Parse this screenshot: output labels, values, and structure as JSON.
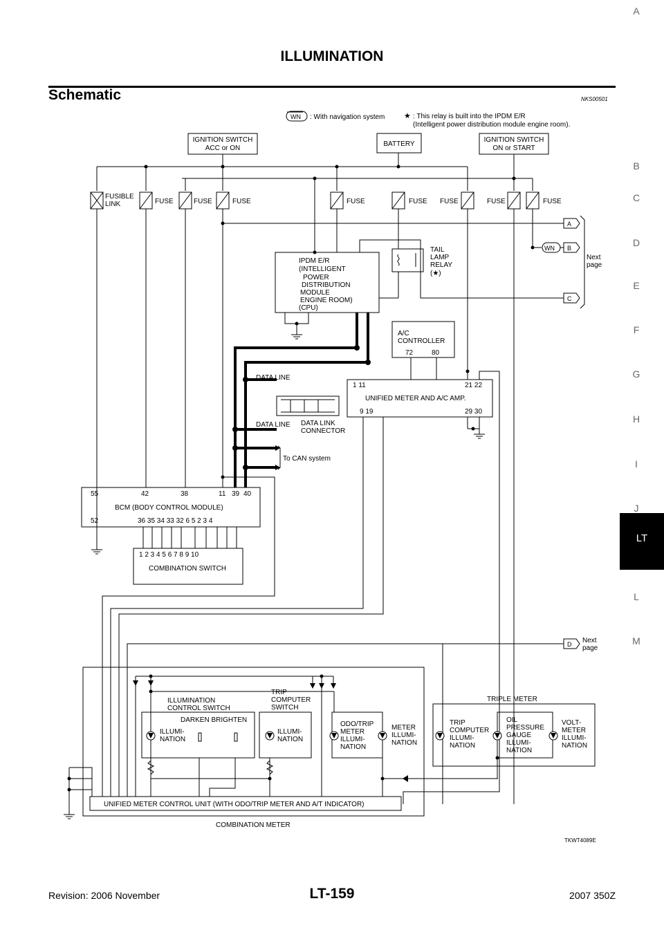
{
  "header": {
    "title": "ILLUMINATION"
  },
  "section": {
    "title": "Schematic",
    "code": "NKS00501"
  },
  "tabs": [
    {
      "label": "A",
      "active": false
    },
    {
      "label": "B",
      "active": false
    },
    {
      "label": "C",
      "active": false
    },
    {
      "label": "D",
      "active": false
    },
    {
      "label": "E",
      "active": false
    },
    {
      "label": "F",
      "active": false
    },
    {
      "label": "G",
      "active": false
    },
    {
      "label": "H",
      "active": false
    },
    {
      "label": "I",
      "active": false
    },
    {
      "label": "J",
      "active": false
    },
    {
      "label": "LT",
      "active": true
    },
    {
      "label": "L",
      "active": false
    },
    {
      "label": "M",
      "active": false
    }
  ],
  "diagram": {
    "legend_wn_tag": "WN",
    "legend_wn": ": With navigation system",
    "legend_star_1": ": This relay is built into the IPDM E/R",
    "legend_star_2": "(Intelligent power distribution module engine room).",
    "ign_acc": [
      "IGNITION SWITCH",
      "ACC or ON"
    ],
    "battery": "BATTERY",
    "ign_on": [
      "IGNITION SWITCH",
      "ON or START"
    ],
    "fusible": [
      "FUSIBLE",
      "LINK"
    ],
    "fuse": "FUSE",
    "ipdm": [
      "IPDM E/R",
      "(INTELLIGENT",
      "POWER",
      "DISTRIBUTION",
      "MODULE",
      "ENGINE ROOM)",
      "(CPU)"
    ],
    "tail": [
      "TAIL",
      "LAMP",
      "RELAY",
      "(★)"
    ],
    "conn_a": "A",
    "conn_b": "B",
    "conn_c": "C",
    "conn_d": "D",
    "wn": "WN",
    "next_page": [
      "Next",
      "page"
    ],
    "ac_ctrl": [
      "A/C",
      "CONTROLLER"
    ],
    "ac_pins": [
      "72",
      "80"
    ],
    "amp": "UNIFIED METER AND A/C AMP.",
    "amp_top_l": "1  11",
    "amp_top_r": "21  22",
    "amp_bot_l": "9      19",
    "amp_bot_r": "29  30",
    "data_line": "DATA LINE",
    "dlc": [
      "DATA LINK",
      "CONNECTOR"
    ],
    "to_can": "To CAN system",
    "bcm": "BCM (BODY CONTROL MODULE)",
    "bcm_top_pins": [
      "55",
      "42",
      "38",
      "11",
      "39",
      "40"
    ],
    "bcm_bot_l": "52",
    "bcm_bot_pins": "36 35 34 33 32  6   5   2   3   4",
    "combo_pins": "1   2   3   4   5   6   7   8   9  10",
    "combo": "COMBINATION SWITCH",
    "illum_ctrl": [
      "ILLUMINATION",
      "CONTROL SWITCH"
    ],
    "darken_brighten": "DARKEN  BRIGHTEN",
    "illumi": [
      "ILLUMI-",
      "NATION"
    ],
    "trip_sw": [
      "TRIP",
      "COMPUTER",
      "SWITCH"
    ],
    "odo": [
      "ODO/TRIP",
      "METER",
      "ILLUMI-",
      "NATION"
    ],
    "meter_illumi": [
      "METER",
      "ILLUMI-",
      "NATION"
    ],
    "triple": "TRIPLE METER",
    "trip_illumi": [
      "TRIP",
      "COMPUTER",
      "ILLUMI-",
      "NATION"
    ],
    "oil": [
      "OIL",
      "PRESSURE",
      "GAUGE",
      "ILLUMI-",
      "NATION"
    ],
    "volt": [
      "VOLT-",
      "METER",
      "ILLUMI-",
      "NATION"
    ],
    "ucu": "UNIFIED METER CONTROL UNIT (WITH ODO/TRIP METER AND A/T INDICATOR)",
    "combo_meter": "COMBINATION METER",
    "fig_code": "TKWT4089E"
  },
  "footer": {
    "revision": "Revision: 2006 November",
    "page": "LT-159",
    "model": "2007 350Z"
  }
}
